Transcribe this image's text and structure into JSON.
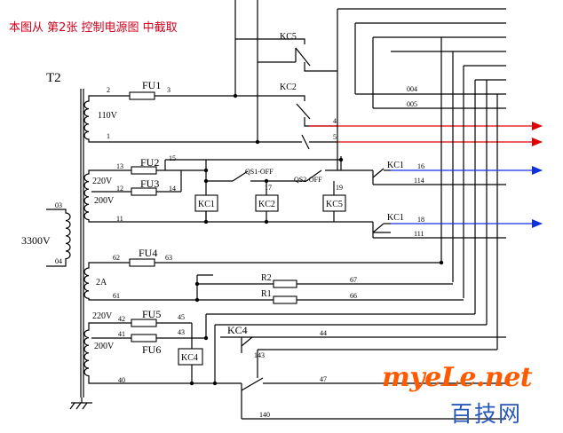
{
  "caption": "本图从 第2张 控制电源图 中截取",
  "watermark": {
    "site": "myeLe.net",
    "brand": "百技网"
  },
  "colors": {
    "red_arrow": "#e00000",
    "blue_arrow": "#1030e0",
    "caption": "#d4001c",
    "watermark_orange": "#ff5a00",
    "watermark_blue": "#2a58b8"
  },
  "transformer": {
    "name": "T2",
    "primary_voltage": "3300V",
    "primary_terminals": [
      "03",
      "04"
    ]
  },
  "windings": {
    "w110": {
      "voltage": "110V",
      "terminals": [
        "2",
        "1"
      ]
    },
    "w220a": {
      "voltage_top": "220V",
      "voltage_bottom": "200V",
      "terminals": [
        "13",
        "12",
        "11"
      ]
    },
    "w2a": {
      "voltage": "2A",
      "terminals": [
        "62",
        "61"
      ]
    },
    "w220b": {
      "voltage_top": "220V",
      "voltage_bottom": "200V",
      "terminals": [
        "42",
        "41",
        "40"
      ]
    }
  },
  "fuses": {
    "FU1": {
      "label": "FU1",
      "out": "3"
    },
    "FU2": {
      "label": "FU2",
      "out": "15"
    },
    "FU3": {
      "label": "FU3",
      "out": "14"
    },
    "FU4": {
      "label": "FU4",
      "out": "63"
    },
    "FU5": {
      "label": "FU5",
      "out": "45"
    },
    "FU6": {
      "label": "FU6",
      "out": "43"
    }
  },
  "contacts": {
    "KC5": "KC5",
    "KC2": "KC2",
    "KC1a": "KC1",
    "KC1b": "KC1",
    "KC4": "KC4",
    "QS1": "QS1-OFF",
    "QS2": "QS2-OFF"
  },
  "coils": {
    "KC1": "KC1",
    "KC2": "KC2",
    "KC5": "KC5",
    "KC4": "KC4"
  },
  "resistors": {
    "R2": "R2",
    "R1": "R1"
  },
  "nodes": {
    "n17": "17",
    "n19": "19",
    "n4": "4",
    "n5": "5",
    "n004": "004",
    "n005": "005",
    "n16": "16",
    "n114": "114",
    "n18": "18",
    "n111": "111",
    "n67": "67",
    "n66": "66",
    "n44": "44",
    "n143": "143",
    "n47": "47",
    "n140": "140"
  }
}
